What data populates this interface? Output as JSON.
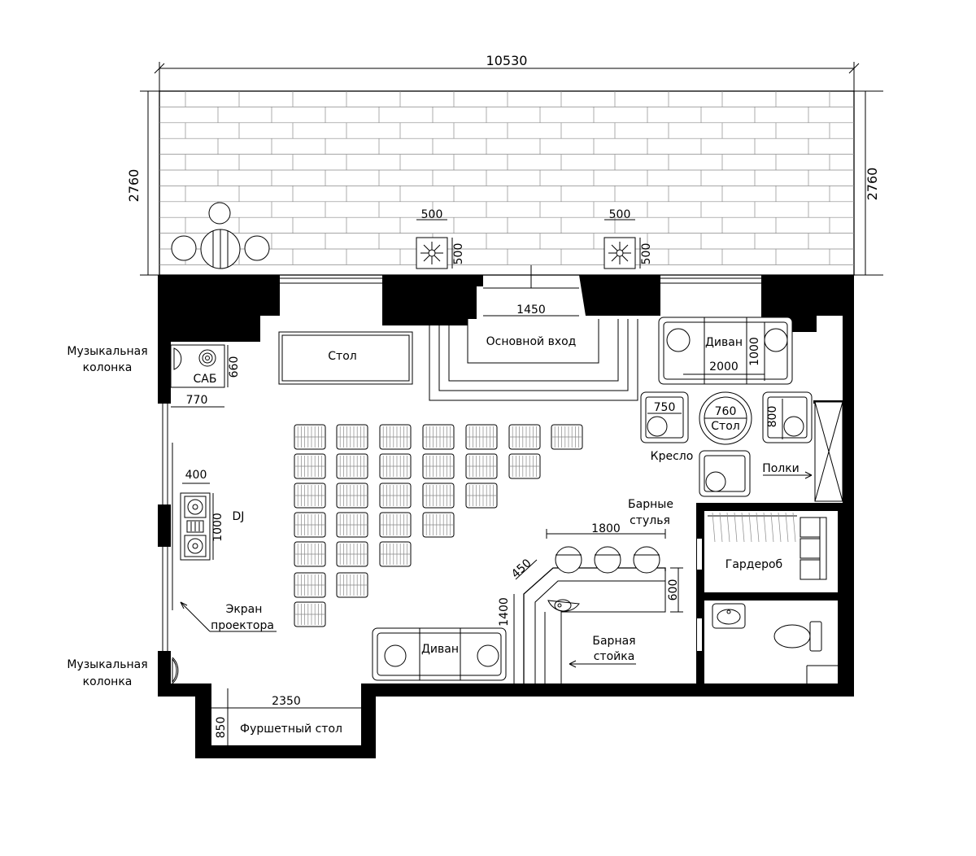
{
  "labels": {
    "music_speaker_top": [
      "Музыкальная",
      "колонка"
    ],
    "music_speaker_bottom": [
      "Музыкальная",
      "колонка"
    ],
    "sab": "САБ",
    "table_top": "Стол",
    "main_entrance": "Основной вход",
    "sofa_top": "Диван",
    "round_table": "Стол",
    "armchair": "Кресло",
    "shelves": "Полки",
    "bar_stools": [
      "Барные",
      "стулья"
    ],
    "wardrobe": "Гардероб",
    "dj": "DJ",
    "projector_screen": [
      "Экран",
      "проектора"
    ],
    "sofa_bottom": "Диван",
    "bar_counter": [
      "Барная",
      "стойка"
    ],
    "buffet_table": "Фуршетный стол"
  },
  "dims": {
    "total_width": "10530",
    "terrace_height_left": "2760",
    "terrace_height_right": "2760",
    "plant1_w": "500",
    "plant1_h": "500",
    "plant2_w": "500",
    "plant2_h": "500",
    "entrance_w": "1450",
    "sofa_top_w": "2000",
    "sofa_top_d": "1000",
    "armchair_w": "750",
    "round_table_d": "760",
    "chair_right": "800",
    "sab_h": "660",
    "sab_w": "770",
    "dj_w": "400",
    "dj_h": "1000",
    "bar_stools_w": "1800",
    "bar_diag": "450",
    "bar_d": "600",
    "bar_len": "1400",
    "buffet_w": "2350",
    "buffet_d": "850"
  },
  "icons": [
    "round-table-icon",
    "chair-icon",
    "plant-icon",
    "sofa-icon",
    "armchair-icon",
    "sink-icon",
    "toilet-icon",
    "speaker-icon",
    "turntable-icon",
    "bar-stool-icon"
  ]
}
